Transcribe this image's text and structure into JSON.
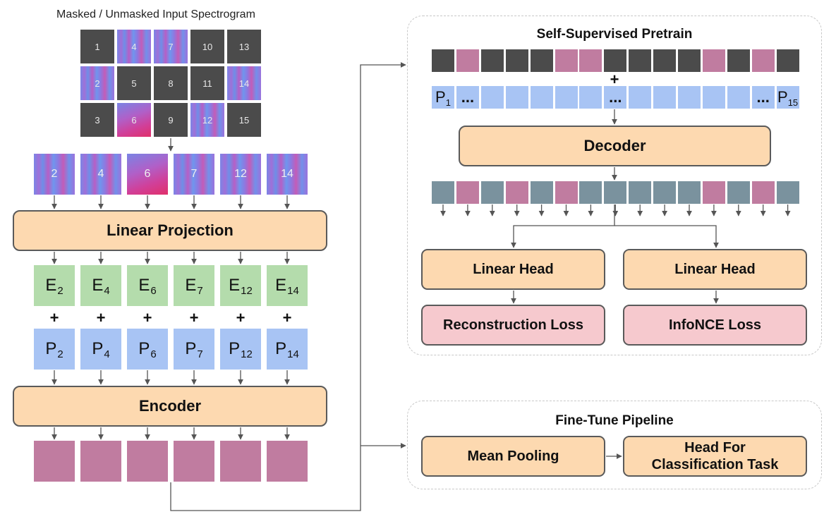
{
  "input": {
    "title": "Masked / Unmasked Input Spectrogram",
    "grid": [
      {
        "label": "1",
        "masked": true
      },
      {
        "label": "4",
        "masked": false
      },
      {
        "label": "7",
        "masked": false
      },
      {
        "label": "10",
        "masked": true
      },
      {
        "label": "13",
        "masked": true
      },
      {
        "label": "2",
        "masked": false
      },
      {
        "label": "5",
        "masked": true
      },
      {
        "label": "8",
        "masked": true
      },
      {
        "label": "11",
        "masked": true
      },
      {
        "label": "14",
        "masked": false
      },
      {
        "label": "3",
        "masked": true
      },
      {
        "label": "6",
        "masked": false
      },
      {
        "label": "9",
        "masked": true
      },
      {
        "label": "12",
        "masked": false
      },
      {
        "label": "15",
        "masked": true
      }
    ],
    "visible_patches": [
      "2",
      "4",
      "6",
      "7",
      "12",
      "14"
    ]
  },
  "encoder_path": {
    "linear_projection_label": "Linear Projection",
    "embeddings": [
      {
        "base": "E",
        "sub": "2"
      },
      {
        "base": "E",
        "sub": "4"
      },
      {
        "base": "E",
        "sub": "6"
      },
      {
        "base": "E",
        "sub": "7"
      },
      {
        "base": "E",
        "sub": "12"
      },
      {
        "base": "E",
        "sub": "14"
      }
    ],
    "plus": "+",
    "positions": [
      {
        "base": "P",
        "sub": "2"
      },
      {
        "base": "P",
        "sub": "4"
      },
      {
        "base": "P",
        "sub": "6"
      },
      {
        "base": "P",
        "sub": "7"
      },
      {
        "base": "P",
        "sub": "12"
      },
      {
        "base": "P",
        "sub": "14"
      }
    ],
    "encoder_label": "Encoder"
  },
  "pretrain": {
    "title": "Self-Supervised Pretrain",
    "token_row": [
      "dark",
      "mag",
      "dark",
      "dark",
      "dark",
      "mag",
      "mag",
      "dark",
      "dark",
      "dark",
      "dark",
      "mag",
      "dark",
      "mag",
      "dark"
    ],
    "plus": "+",
    "pos_row": [
      "P|1",
      "...",
      "",
      "",
      "",
      "",
      "",
      "...",
      "",
      "",
      "",
      "",
      "",
      "...",
      "P|15"
    ],
    "decoder_label": "Decoder",
    "decoded_row": [
      "slate",
      "mag",
      "slate",
      "mag",
      "slate",
      "mag",
      "slate",
      "slate",
      "slate",
      "slate",
      "slate",
      "mag",
      "slate",
      "mag",
      "slate"
    ],
    "head_left": "Linear Head",
    "head_right": "Linear Head",
    "loss_left": "Reconstruction Loss",
    "loss_right": "InfoNCE Loss"
  },
  "finetune": {
    "title": "Fine-Tune Pipeline",
    "pooling_label": "Mean Pooling",
    "head_line1": "Head For",
    "head_line2": "Classification Task"
  },
  "colors": {
    "block_fill": "#fdd9b0",
    "loss_fill": "#f6c9ce",
    "embedding_fill": "#b4dcac",
    "position_fill": "#a8c4f4",
    "masked_patch": "#4b4b4b",
    "token_magenta": "#c07ca0",
    "token_slate": "#7a929e"
  }
}
